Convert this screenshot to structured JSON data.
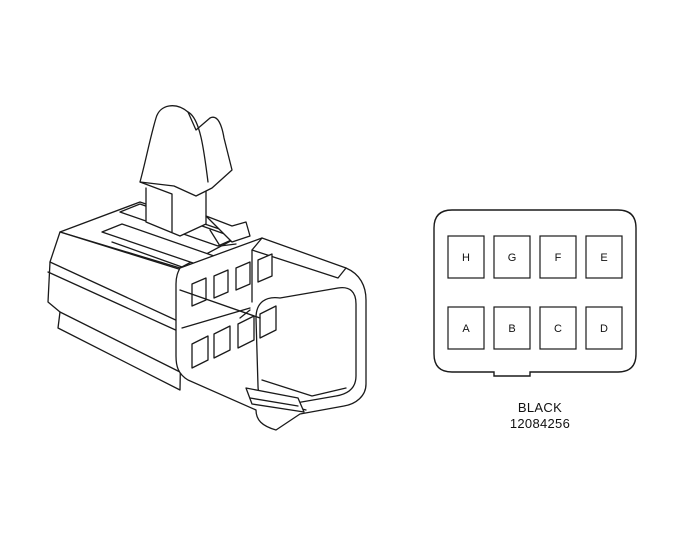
{
  "connector": {
    "color": "BLACK",
    "part_number": "12084256",
    "pins_top": [
      "H",
      "G",
      "F",
      "E"
    ],
    "pins_bottom": [
      "A",
      "B",
      "C",
      "D"
    ]
  }
}
